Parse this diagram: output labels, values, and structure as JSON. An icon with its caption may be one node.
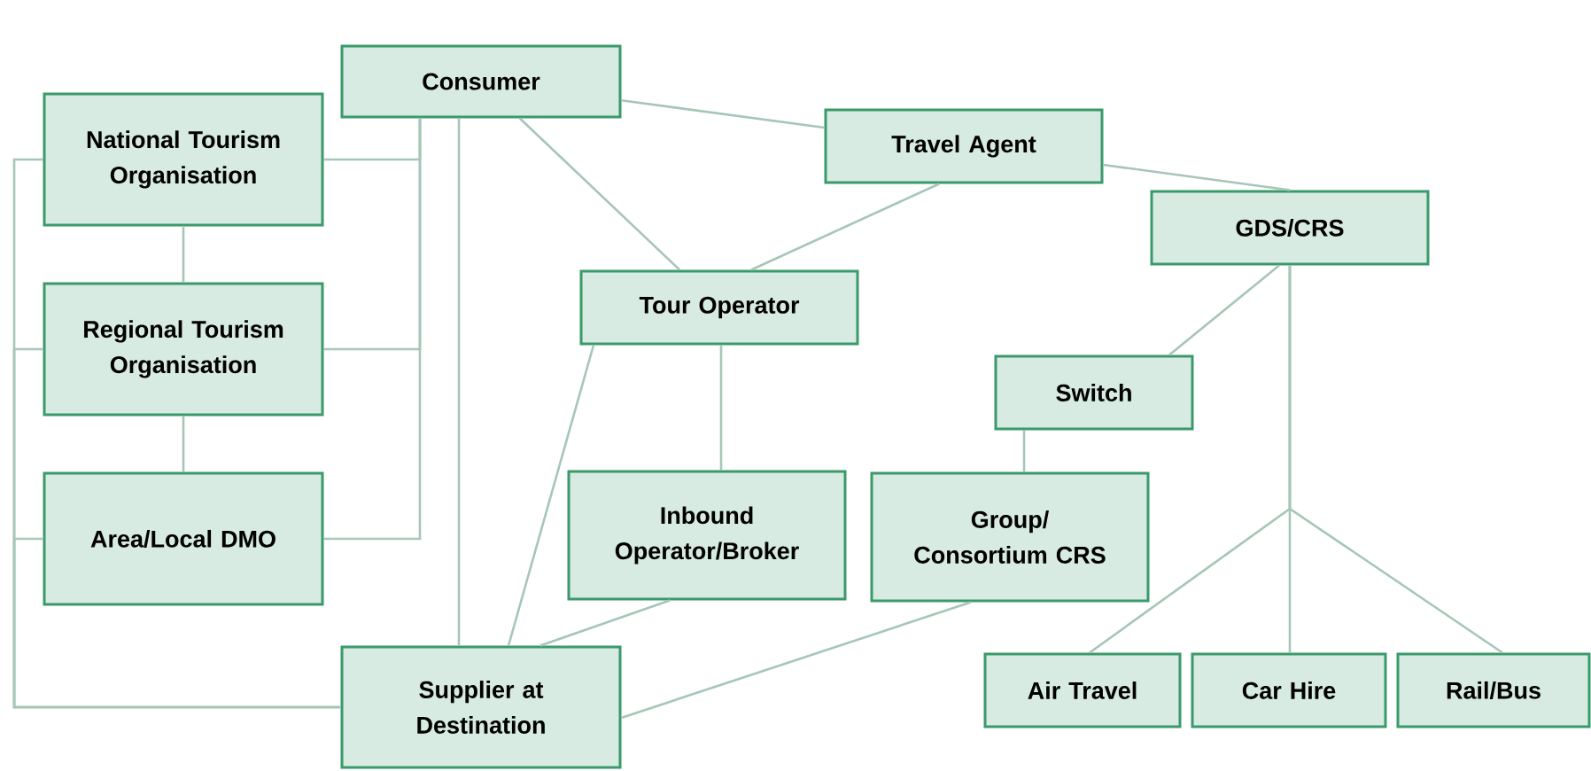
{
  "diagram": {
    "nodes": [
      {
        "text": [
          "Consumer"
        ]
      },
      {
        "text": [
          "National Tourism Organisation"
        ]
      },
      {
        "text": [
          "Travel Agent"
        ]
      },
      {
        "text": [
          "GDS/CRS"
        ]
      },
      {
        "text": [
          "Regional Tourism Organisation"
        ]
      },
      {
        "text": [
          "Tour Operator"
        ]
      },
      {
        "text": [
          "Switch"
        ]
      },
      {
        "text": [
          "Area/Local DMO"
        ]
      },
      {
        "text": [
          "Inbound Operator/Broker"
        ]
      },
      {
        "text": [
          "Group/ Consortium CRS"
        ]
      },
      {
        "text": [
          "Supplier at Destination"
        ]
      },
      {
        "text": [
          "Air Travel"
        ]
      },
      {
        "text": [
          "Car Hire"
        ]
      },
      {
        "text": [
          "Rail/Bus"
        ]
      }
    ],
    "edges": [
      {
        "from": 0,
        "to": 2,
        "arrow": "none"
      },
      {
        "from": 0,
        "to": 5,
        "arrow": "none"
      },
      {
        "from": 0,
        "to": 10,
        "arrow": "none"
      },
      {
        "from": 0,
        "to": 1,
        "arrow": "none"
      },
      {
        "from": 0,
        "to": 4,
        "arrow": "none"
      },
      {
        "from": 0,
        "to": 7,
        "arrow": "none"
      },
      {
        "from": 1,
        "to": 4,
        "arrow": "none"
      },
      {
        "from": 4,
        "to": 7,
        "arrow": "none"
      },
      {
        "from": 1,
        "to": 10,
        "arrow": "none"
      },
      {
        "from": 4,
        "to": 10,
        "arrow": "none"
      },
      {
        "from": 7,
        "to": 10,
        "arrow": "none"
      },
      {
        "from": 2,
        "to": 5,
        "arrow": "none"
      },
      {
        "from": 2,
        "to": 3,
        "arrow": "none"
      },
      {
        "from": 5,
        "to": 8,
        "arrow": "none"
      },
      {
        "from": 5,
        "to": 10,
        "arrow": "none"
      },
      {
        "from": 8,
        "to": 10,
        "arrow": "none"
      },
      {
        "from": 9,
        "to": 10,
        "arrow": "none"
      },
      {
        "from": 3,
        "to": 6,
        "arrow": "none"
      },
      {
        "from": 6,
        "to": 9,
        "arrow": "none"
      },
      {
        "from": 3,
        "to": 11,
        "arrow": "none"
      },
      {
        "from": 3,
        "to": 12,
        "arrow": "none"
      },
      {
        "from": 3,
        "to": 13,
        "arrow": "none"
      }
    ]
  }
}
